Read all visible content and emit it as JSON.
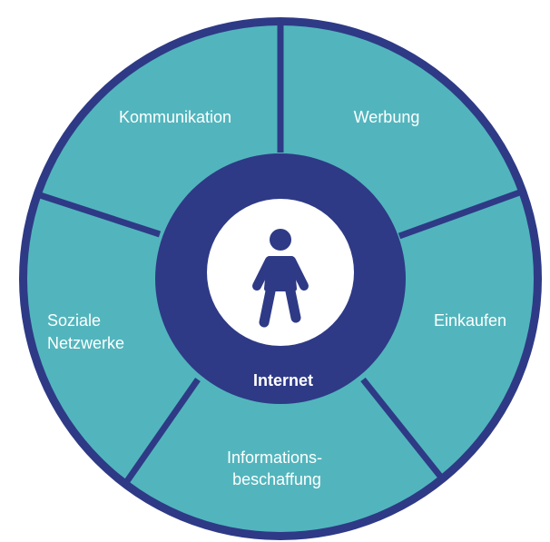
{
  "diagram": {
    "center_label": "Internet",
    "center_icon": "person-icon",
    "segments": [
      {
        "id": "kommunikation",
        "lines": [
          "Kommunikation"
        ]
      },
      {
        "id": "werbung",
        "lines": [
          "Werbung"
        ]
      },
      {
        "id": "einkaufen",
        "lines": [
          "Einkaufen"
        ]
      },
      {
        "id": "informationsbeschaffung",
        "lines": [
          "Informations-",
          "beschaffung"
        ]
      },
      {
        "id": "soziale-netzwerke",
        "lines": [
          "Soziale",
          "Netzwerke"
        ]
      }
    ]
  },
  "colors": {
    "ring_border": "#2e3a86",
    "segment_fill": "#52b5bd",
    "divider": "#2e3a86",
    "hub_fill": "#2e3a86",
    "icon_bg": "#ffffff",
    "icon_fill": "#2e3a86",
    "text": "#ffffff"
  }
}
